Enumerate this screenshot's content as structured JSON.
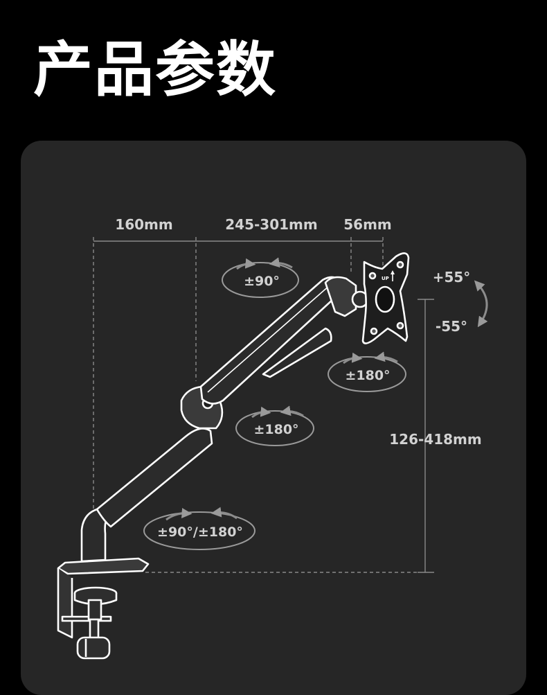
{
  "title": "产品参数",
  "colors": {
    "background": "#000000",
    "panel": "#262626",
    "text": "#ffffff",
    "label": "#d2d2d2",
    "line": "#9a9a9a",
    "arrow": "#8c8c8c"
  },
  "dimensions": {
    "clamp_reach": "160mm",
    "arm_extension": "245-301mm",
    "vesa_depth": "56mm",
    "height_range": "126-418mm"
  },
  "rotations": {
    "upper_joint": "±90°",
    "vesa_rotation": "±180°",
    "elbow_joint": "±180°",
    "base_joint": "±90°/±180°"
  },
  "tilt": {
    "up": "+55°",
    "down": "-55°"
  },
  "icons": [
    "rotation-arrows-icon",
    "tilt-arrow-icon",
    "monitor-arm-illustration",
    "vesa-plate-icon",
    "desk-clamp-icon"
  ],
  "vesa_plate_mark": "UP"
}
